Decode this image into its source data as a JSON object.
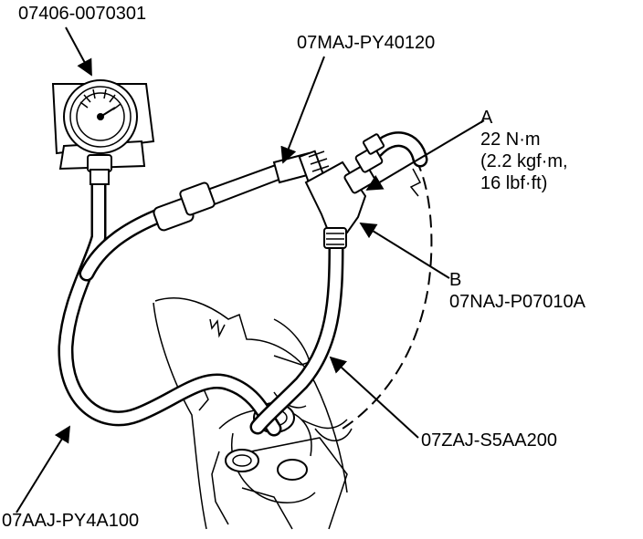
{
  "labels": {
    "gauge_part": "07406-0070301",
    "adapter_hose_part": "07MAJ-PY40120",
    "callout_a_letter": "A",
    "callout_a_torque_nm": "22 N·m",
    "callout_a_torque_kgf": "(2.2 kgf·m,",
    "callout_a_torque_lbf": "16 lbf·ft)",
    "callout_b_letter": "B",
    "callout_b_part": "07NAJ-P07010A",
    "fuel_hose_part": "07ZAJ-S5AA200",
    "gauge_hose_part": "07AAJ-PY4A100"
  }
}
